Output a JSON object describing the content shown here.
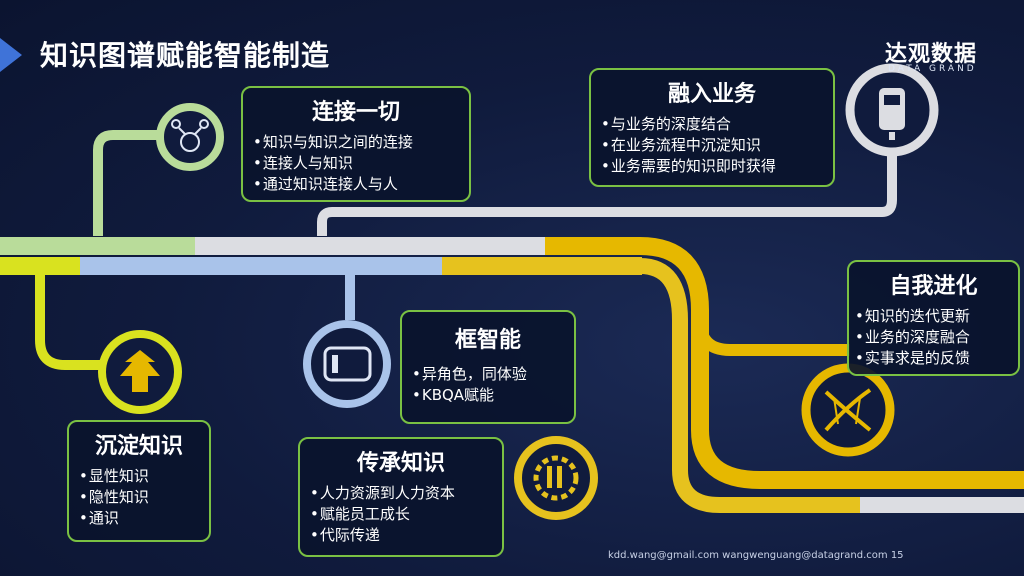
{
  "title": "知识图谱赋能智能制造",
  "logo": {
    "cn": "达观数据",
    "en": "DATA GRAND"
  },
  "colors": {
    "green": "#7ac143",
    "light_green": "#b9dc9a",
    "light_blue": "#a9c3ea",
    "gray": "#dcdde2",
    "yellow": "#e6c21e",
    "lime": "#d9e21f",
    "accent_blue": "#3f73d8"
  },
  "boxes": {
    "connect": {
      "title": "连接一切",
      "items": [
        "知识与知识之间的连接",
        "连接人与知识",
        "通过知识连接人与人"
      ]
    },
    "business": {
      "title": "融入业务",
      "items": [
        "与业务的深度结合",
        "在业务流程中沉淀知识",
        "业务需要的知识即时获得"
      ]
    },
    "evolve": {
      "title": "自我进化",
      "items": [
        "知识的迭代更新",
        "业务的深度融合",
        "实事求是的反馈"
      ]
    },
    "smart": {
      "title": "框智能",
      "items": [
        "异角色，同体验",
        "KBQA赋能"
      ]
    },
    "inherit": {
      "title": "传承知识",
      "items": [
        "人力资源到人力资本",
        "赋能员工成长",
        "代际传递"
      ]
    },
    "deposit": {
      "title": "沉淀知识",
      "items": [
        "显性知识",
        "隐性知识",
        "通识"
      ]
    }
  },
  "icons": {
    "connect": "network-icon",
    "business": "device-icon",
    "smart": "tablet-icon",
    "deposit": "tree-icon",
    "inherit": "gear-icon",
    "evolve": "dna-icon"
  },
  "footer": "kdd.wang@gmail.com  wangwenguang@datagrand.com 15"
}
